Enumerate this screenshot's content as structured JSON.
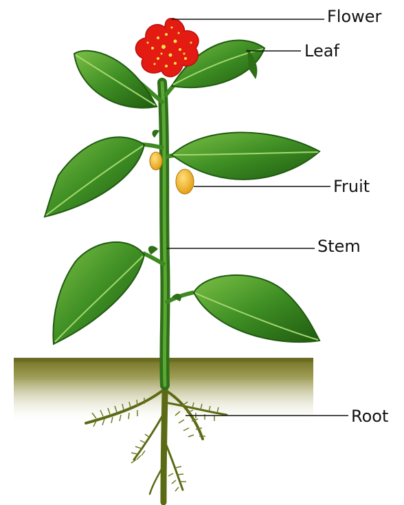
{
  "labels": {
    "flower": "Flower",
    "leaf": "Leaf",
    "fruit": "Fruit",
    "stem": "Stem",
    "root": "Root"
  },
  "colors": {
    "leaf": "#3f8f25",
    "leaf_dark": "#1f5a10",
    "leaf_vein": "#8fcf55",
    "stem": "#3e8a22",
    "root": "#5b6a14",
    "flower": "#e31b12",
    "flower_dots": "#f6e14a",
    "fruit": "#f2b21a",
    "soil": "#6b6b24",
    "soil_light": "#c9c58a",
    "leader_line": "#111111"
  }
}
